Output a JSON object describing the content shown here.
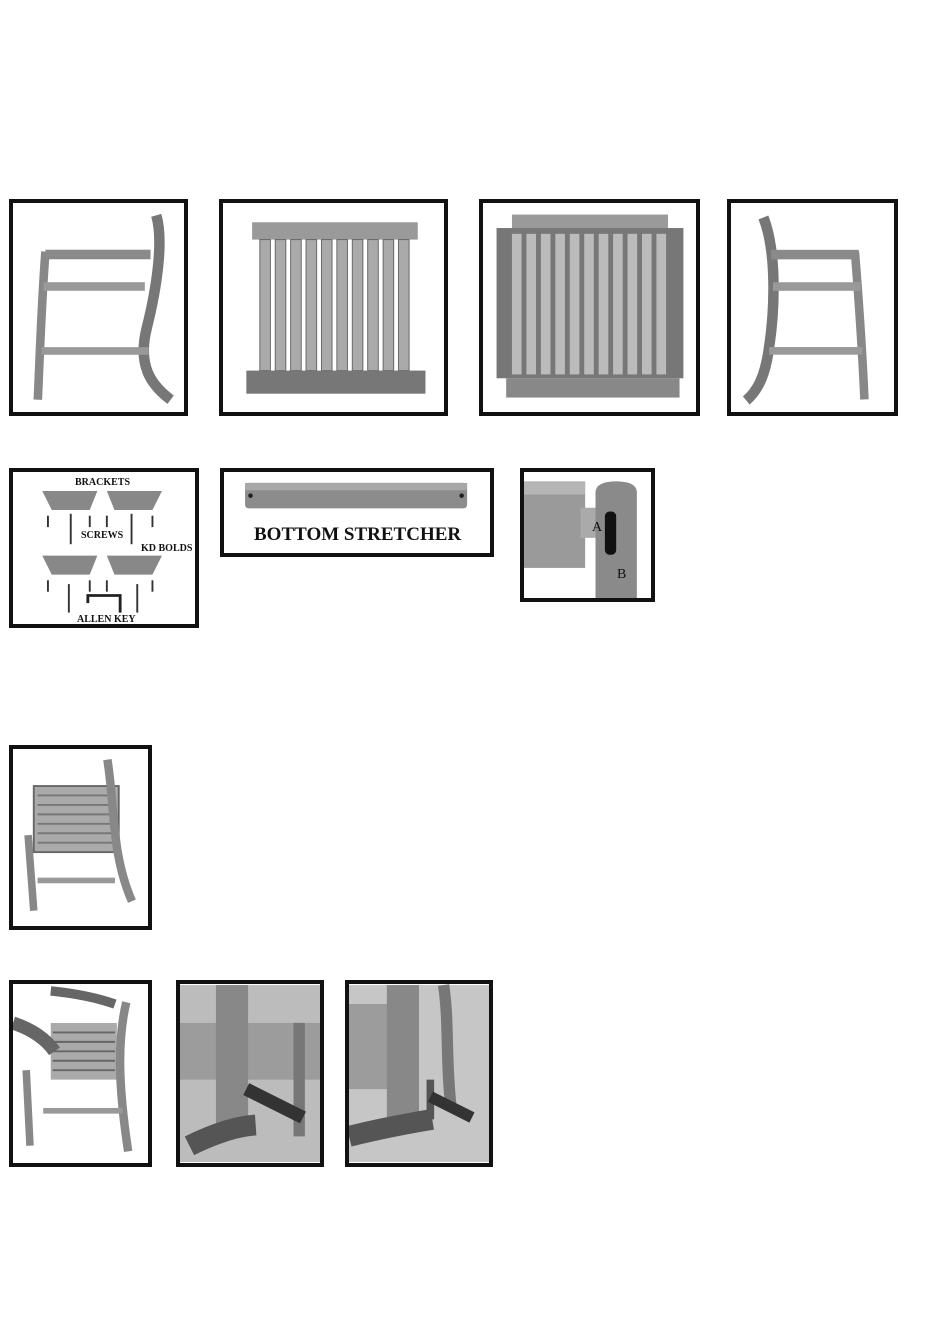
{
  "hardware_panel": {
    "brackets_label": "BRACKETS",
    "screws_label": "SCREWS",
    "kd_bolts_label": "KD BOLDS",
    "allen_key_label": "ALLEN KEY"
  },
  "stretcher_panel": {
    "title": "BOTTOM STRETCHER"
  },
  "joint_panel": {
    "label_a": "A",
    "label_b": "B"
  },
  "colors": {
    "frame_border": "#111111",
    "wood_light": "#bdbdbd",
    "wood_mid": "#8c8c8c",
    "wood_dark": "#555555"
  }
}
